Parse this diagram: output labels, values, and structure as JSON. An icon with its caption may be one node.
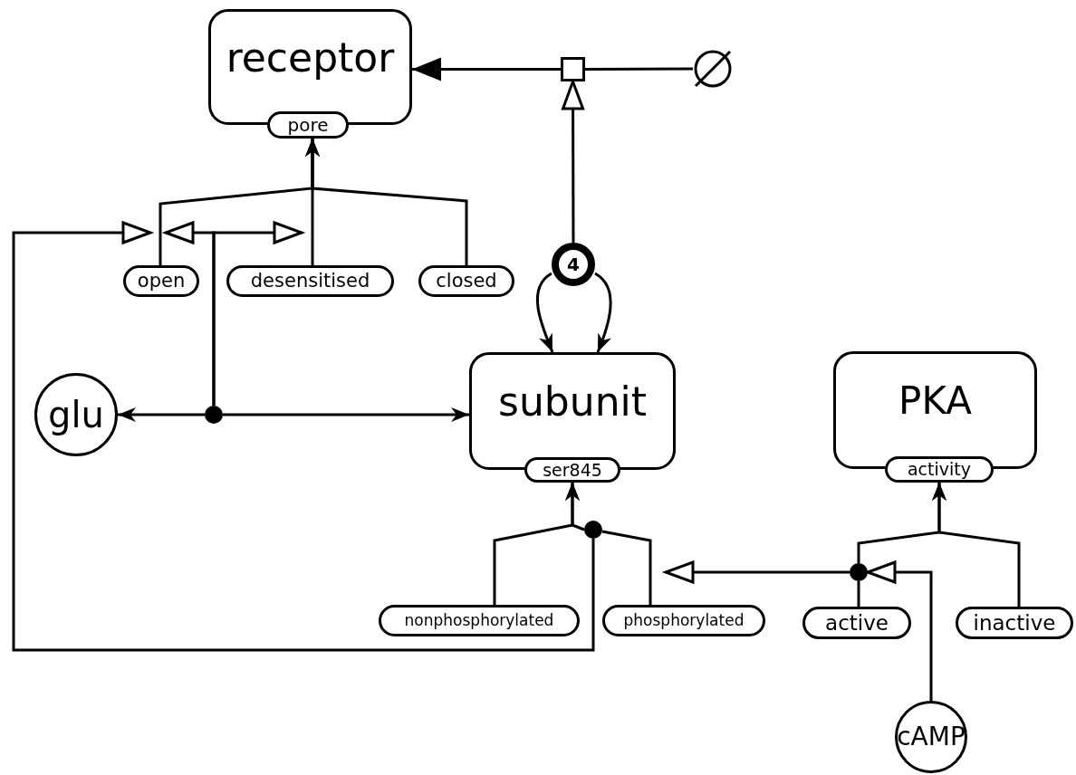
{
  "diagram": {
    "nodes": [
      {
        "text": [
          "receptor"
        ]
      },
      {
        "text": [
          "pore"
        ]
      },
      {
        "text": [
          "open"
        ]
      },
      {
        "text": [
          "desensitised"
        ]
      },
      {
        "text": [
          "closed"
        ]
      },
      {
        "text": [
          "glu"
        ]
      },
      {
        "text": [
          "subunit"
        ]
      },
      {
        "text": [
          "ser845"
        ]
      },
      {
        "text": [
          "nonphosphorylated"
        ]
      },
      {
        "text": [
          "phosphorylated"
        ]
      },
      {
        "text": [
          "PKA"
        ]
      },
      {
        "text": [
          "activity"
        ]
      },
      {
        "text": [
          "active"
        ]
      },
      {
        "text": [
          "inactive"
        ]
      },
      {
        "text": [
          "cAMP"
        ]
      },
      {
        "text": [],
        "shape": "box"
      },
      {
        "text": [],
        "shape": "circle"
      },
      {
        "text": [
          "4"
        ]
      },
      {
        "text": [],
        "shape": "circle"
      },
      {
        "text": [],
        "shape": "circle"
      },
      {
        "text": [],
        "shape": "circle"
      }
    ],
    "edges": [
      {
        "from": 2,
        "to": 1,
        "arrow": "to"
      },
      {
        "from": 3,
        "to": 1,
        "arrow": "to"
      },
      {
        "from": 4,
        "to": 1,
        "arrow": "to"
      },
      {
        "from": 16,
        "to": 15,
        "arrow": "none"
      },
      {
        "from": 15,
        "to": 0,
        "arrow": "to"
      },
      {
        "from": 17,
        "to": 15,
        "arrow": "to"
      },
      {
        "from": 17,
        "to": 6,
        "arrow": "to"
      },
      {
        "from": 17,
        "to": 6,
        "arrow": "to"
      },
      {
        "from": 18,
        "to": 5,
        "arrow": "to"
      },
      {
        "from": 18,
        "to": 6,
        "arrow": "to"
      },
      {
        "from": 18,
        "to": null,
        "arrow": "to"
      },
      {
        "from": 18,
        "to": null,
        "arrow": "to"
      },
      {
        "from": 8,
        "to": 7,
        "arrow": "to"
      },
      {
        "from": 9,
        "to": 19,
        "arrow": "none"
      },
      {
        "from": 19,
        "to": 7,
        "arrow": "to"
      },
      {
        "from": 19,
        "to": null,
        "arrow": "to"
      },
      {
        "from": 12,
        "to": 20,
        "arrow": "none"
      },
      {
        "from": 20,
        "to": 11,
        "arrow": "to"
      },
      {
        "from": 13,
        "to": 11,
        "arrow": "to"
      },
      {
        "from": 20,
        "to": null,
        "arrow": "to"
      },
      {
        "from": 14,
        "to": 20,
        "arrow": "to"
      }
    ]
  }
}
